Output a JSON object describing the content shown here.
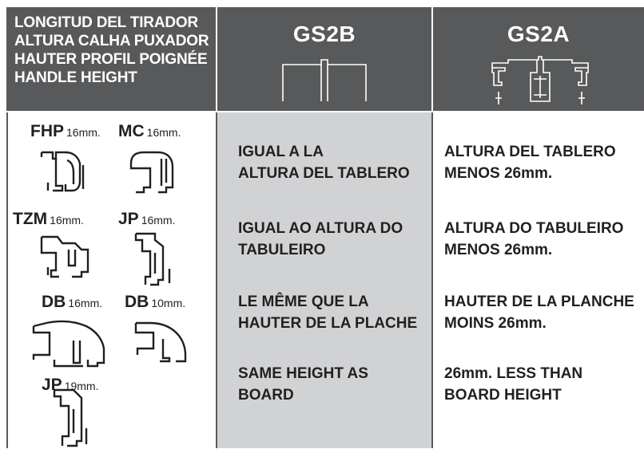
{
  "header": {
    "labels": [
      "LONGITUD DEL TIRADOR",
      "ALTURA CALHA PUXADOR",
      "HAUTER PROFIL POIGNÉE",
      "HANDLE HEIGHT"
    ],
    "models": [
      "GS2B",
      "GS2A"
    ]
  },
  "profiles": [
    {
      "code": "FHP",
      "size": "16mm."
    },
    {
      "code": "MC",
      "size": "16mm."
    },
    {
      "code": "TZM",
      "size": "16mm."
    },
    {
      "code": "JP",
      "size": "16mm."
    },
    {
      "code": "DB",
      "size": "16mm."
    },
    {
      "code": "DB",
      "size": "10mm."
    },
    {
      "code": "JP",
      "size": "19mm."
    }
  ],
  "gs2b": [
    [
      "IGUAL A LA",
      "ALTURA DEL TABLERO"
    ],
    [
      "IGUAL AO ALTURA DO",
      "TABULEIRO"
    ],
    [
      "LE MÊME QUE LA",
      "HAUTER DE LA PLACHE"
    ],
    [
      "SAME HEIGHT AS",
      "BOARD"
    ]
  ],
  "gs2a": [
    [
      "ALTURA DEL TABLERO",
      "MENOS 26mm."
    ],
    [
      "ALTURA DO TABULEIRO",
      "MENOS 26mm."
    ],
    [
      "HAUTER DE LA PLANCHE",
      "MOINS 26mm."
    ],
    [
      "26mm. LESS THAN",
      "BOARD HEIGHT"
    ]
  ],
  "colors": {
    "header_bg": "#58595b",
    "middle_bg": "#d1d2d4",
    "text": "#231f20"
  }
}
